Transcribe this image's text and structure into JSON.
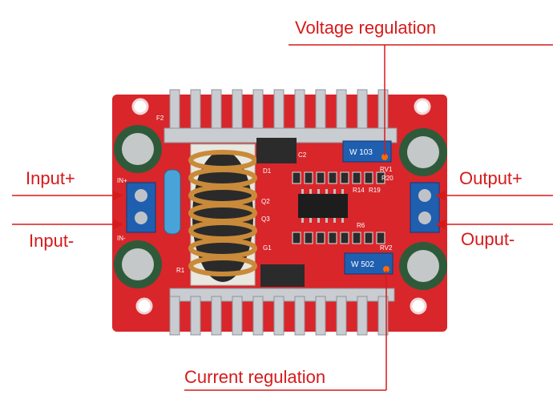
{
  "labels": {
    "voltage_regulation": "Voltage regulation",
    "current_regulation": "Current regulation",
    "input_plus": "Input+",
    "input_minus": "Input-",
    "output_plus": "Output+",
    "output_minus": "Ouput-"
  },
  "pcb_markings": {
    "in_plus": "IN+",
    "in_minus": "IN-",
    "d1": "D1",
    "q2": "Q2",
    "q3": "Q3",
    "g1": "G1",
    "c2": "C2",
    "r14": "R14",
    "r19": "R19",
    "r20": "R20",
    "r6": "R6",
    "rv1": "RV1",
    "rv2": "RV2",
    "r1": "R1",
    "f2": "F2",
    "pot_top_code": "W 103",
    "pot_bottom_code": "W 502"
  },
  "colors": {
    "label_red": "#d61a1a",
    "pcb_red": "#d8262b",
    "heatsink": "#c9ccd0",
    "terminal_blue": "#1f5fb0",
    "capacitor_green": "#2f5a3a"
  }
}
